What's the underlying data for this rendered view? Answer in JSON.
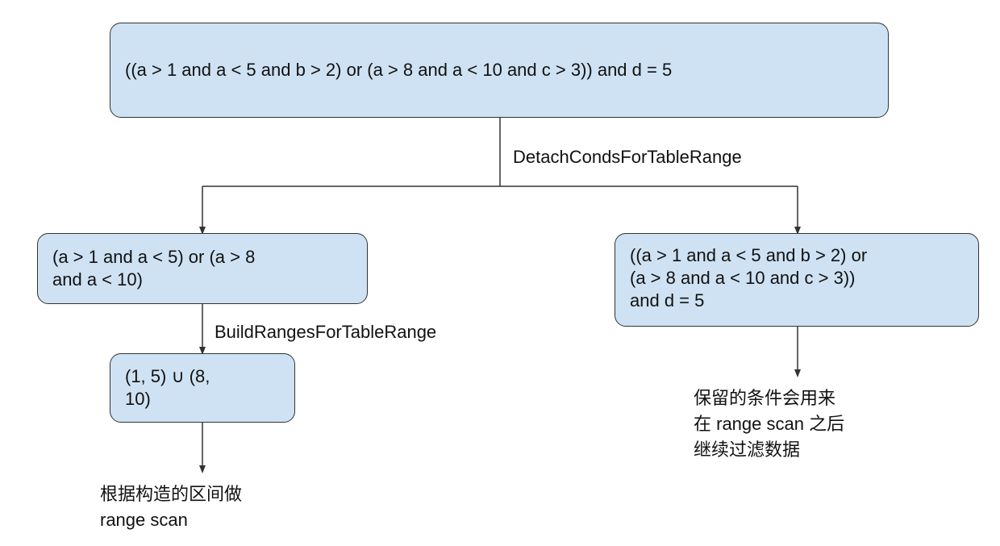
{
  "nodes": {
    "root": "((a > 1 and a < 5 and b > 2) or (a > 8 and a < 10 and c > 3)) and d = 5",
    "range_conditions": "(a > 1 and a < 5) or (a > 8\nand a < 10)",
    "remaining_conditions": "((a > 1 and a < 5 and b > 2) or\n(a > 8 and a < 10 and c > 3))\nand d = 5",
    "ranges": "(1, 5) ∪ (8,\n10)"
  },
  "edge_labels": {
    "detach": "DetachCondsForTableRange",
    "build": "BuildRangesForTableRange"
  },
  "notes": {
    "range_scan": "根据构造的区间做\nrange scan",
    "filter": "保留的条件会用来\n在 range scan 之后\n继续过滤数据"
  },
  "colors": {
    "node_fill": "#cfe2f3",
    "node_border": "#333333",
    "line": "#333333"
  }
}
